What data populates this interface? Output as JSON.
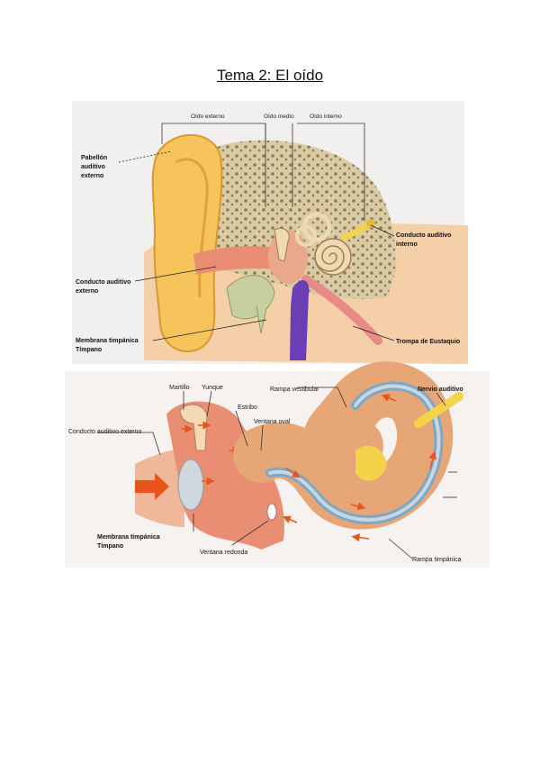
{
  "page": {
    "title": "Tema 2: El oído"
  },
  "figure1": {
    "labels": {
      "oido_externo": "Oído externo",
      "oido_medio": "Oído medio",
      "oido_interno": "Oído interno",
      "pabellon_1": "Pabellón",
      "pabellon_2": "auditivo",
      "pabellon_3": "externo",
      "conducto_ext_1": "Conducto auditivo",
      "conducto_ext_2": "externo",
      "membrana_1": "Membrana timpánica",
      "membrana_2": "Tímpano",
      "conducto_int_1": "Conducto auditivo",
      "conducto_int_2": "interno",
      "trompa": "Trompa de Eustaquio"
    }
  },
  "figure2": {
    "labels": {
      "martillo": "Martillo",
      "yunque": "Yunque",
      "estribo": "Estribo",
      "ventana_oval": "Ventana oval",
      "rampa_vestibular": "Rampa vestibular",
      "nervio": "Nervio auditivo",
      "conducto_externo": "Conducto auditivo externo",
      "membrana_1": "Membrana timpánica",
      "membrana_2": "Tímpano",
      "ventana_redonda": "Ventana redonda",
      "rampa_timpanica": "Rampa timpánica"
    }
  },
  "colors": {
    "skin": "#f3c79a",
    "ear_yellow": "#f6c45a",
    "bone": "#d8c9a0",
    "canal_pink": "#e98e73",
    "cochlea_outer": "#e7a676",
    "cochlea_blue": "#7fa7c4",
    "vein": "#6a3fb6",
    "nerve": "#f3d34a",
    "arrow": "#e8551c"
  }
}
